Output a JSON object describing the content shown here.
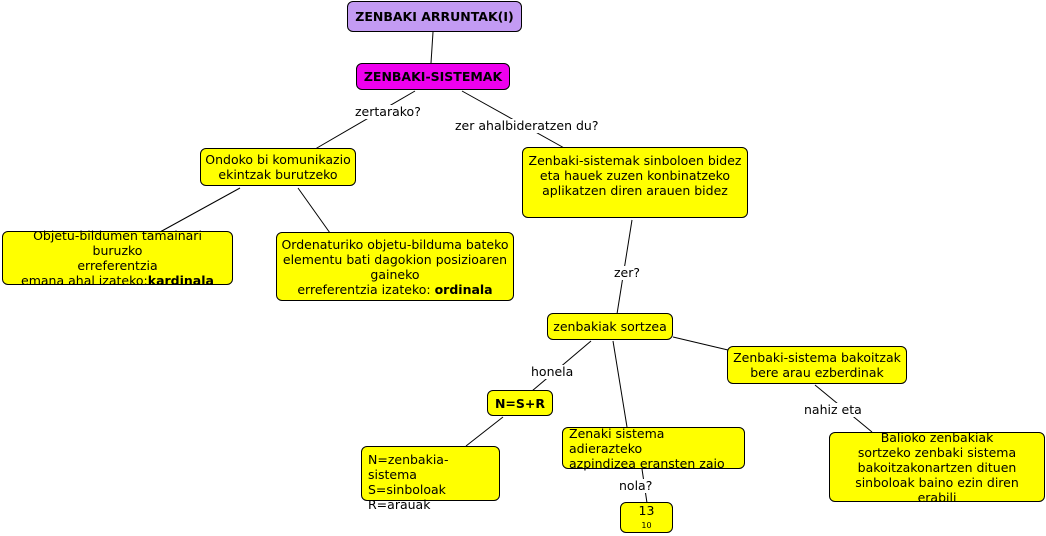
{
  "nodes": {
    "root": "ZENBAKI ARRUNTAK(I)",
    "systems": "ZENBAKI-SISTEMAK",
    "purpose": [
      "Ondoko bi komunikazio",
      "ekintzak burutzeko"
    ],
    "cardinal": {
      "lines": [
        "Objetu-bildumen tamainari buruzko",
        "erreferentzia"
      ],
      "prefix": "emana ahal izateko:",
      "bold": "kardinala"
    },
    "ordinal": {
      "lines": [
        "Ordenaturiko objetu-bilduma bateko",
        "elementu bati dagokion posizioaren",
        "gaineko"
      ],
      "prefix": "erreferentzia izateko: ",
      "bold": "ordinala"
    },
    "enables": [
      "Zenbaki-sistemak sinboloen bidez",
      "eta hauek zuzen konbinatzeko",
      "aplikatzen diren arauen bidez"
    ],
    "create": "zenbakiak sortzea",
    "formula": "N=S+R",
    "legend": [
      "N=zenbakia-sistema",
      "S=sinboloak",
      "R=arauak"
    ],
    "index": [
      "Zenaki sistema adierazteko",
      "azpindizea eransten zaio"
    ],
    "example": {
      "base": "13",
      "sub": "10"
    },
    "each_rules": [
      "Zenbaki-sistema bakoitzak",
      "bere arau ezberdinak"
    ],
    "equivalent": [
      "Balioko zenbakiak",
      "sortzeko zenbaki sistema",
      "bakoitzakonartzen dituen",
      "sinboloak baino ezin diren erabili"
    ]
  },
  "labels": {
    "what_for": "zertarako?",
    "what_enables": "zer ahalbideratzen du?",
    "what": "zer?",
    "how": "honela",
    "how_q": "nola?",
    "although": "nahiz eta"
  },
  "colors": {
    "root": "#c39bf3",
    "systems": "#ee00ee",
    "concept": "#ffff00"
  }
}
